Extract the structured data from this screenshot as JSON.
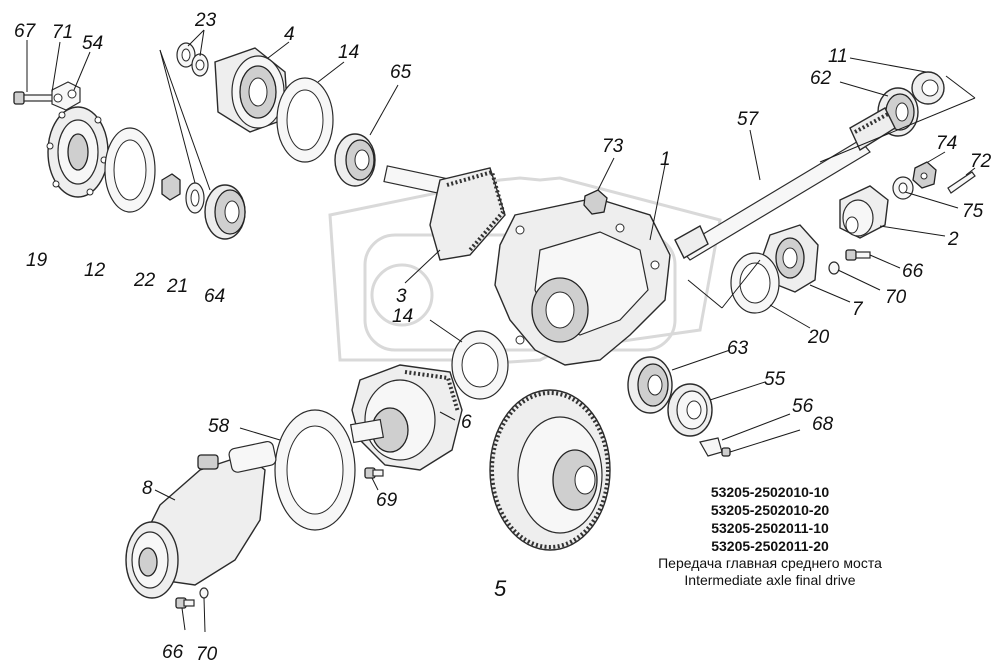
{
  "callouts": {
    "c67": "67",
    "c71": "71",
    "c54": "54",
    "c23": "23",
    "c4": "4",
    "c14a": "14",
    "c65": "65",
    "c11": "11",
    "c62": "62",
    "c57": "57",
    "c73": "73",
    "c1": "1",
    "c74": "74",
    "c72": "72",
    "c75": "75",
    "c2": "2",
    "c66a": "66",
    "c70a": "70",
    "c7": "7",
    "c20": "20",
    "c19": "19",
    "c12": "12",
    "c22": "22",
    "c21": "21",
    "c64": "64",
    "c3": "3",
    "c14b": "14",
    "c63": "63",
    "c55": "55",
    "c56": "56",
    "c68": "68",
    "c6": "6",
    "c58": "58",
    "c8": "8",
    "c69": "69",
    "c5": "5",
    "c66b": "66",
    "c70b": "70"
  },
  "caption": {
    "codes": [
      "53205-2502010-10",
      "53205-2502010-20",
      "53205-2502011-10",
      "53205-2502011-20"
    ],
    "title_ru": "Передача главная среднего моста",
    "title_en": "Intermediate axle final drive"
  },
  "icons": {
    "watermark": "gear-logo-watermark"
  },
  "colors": {
    "line": "#1a1a1a",
    "background": "#ffffff",
    "watermark": "#d9d9d9"
  }
}
